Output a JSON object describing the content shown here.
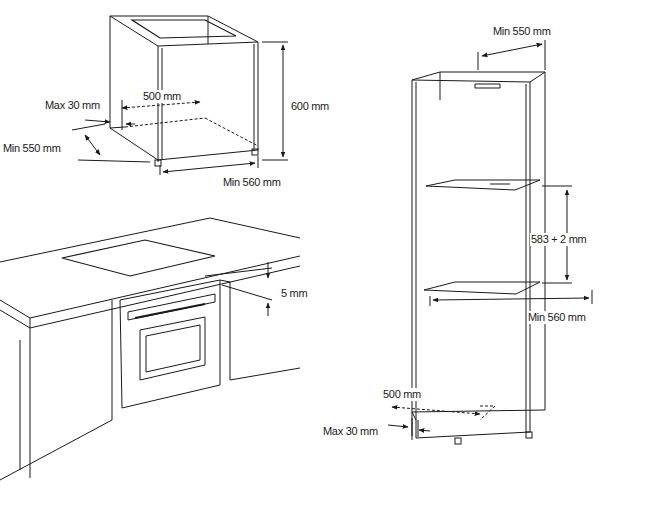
{
  "diagram": {
    "labels": [
      "Max 30 mm",
      "500 mm",
      "600 mm",
      "Min 550 mm",
      "Min 560 mm",
      "5 mm",
      "Min 550 mm",
      "583 + 2 mm",
      "Min 560 mm",
      "500 mm",
      "Max 30 mm"
    ]
  }
}
